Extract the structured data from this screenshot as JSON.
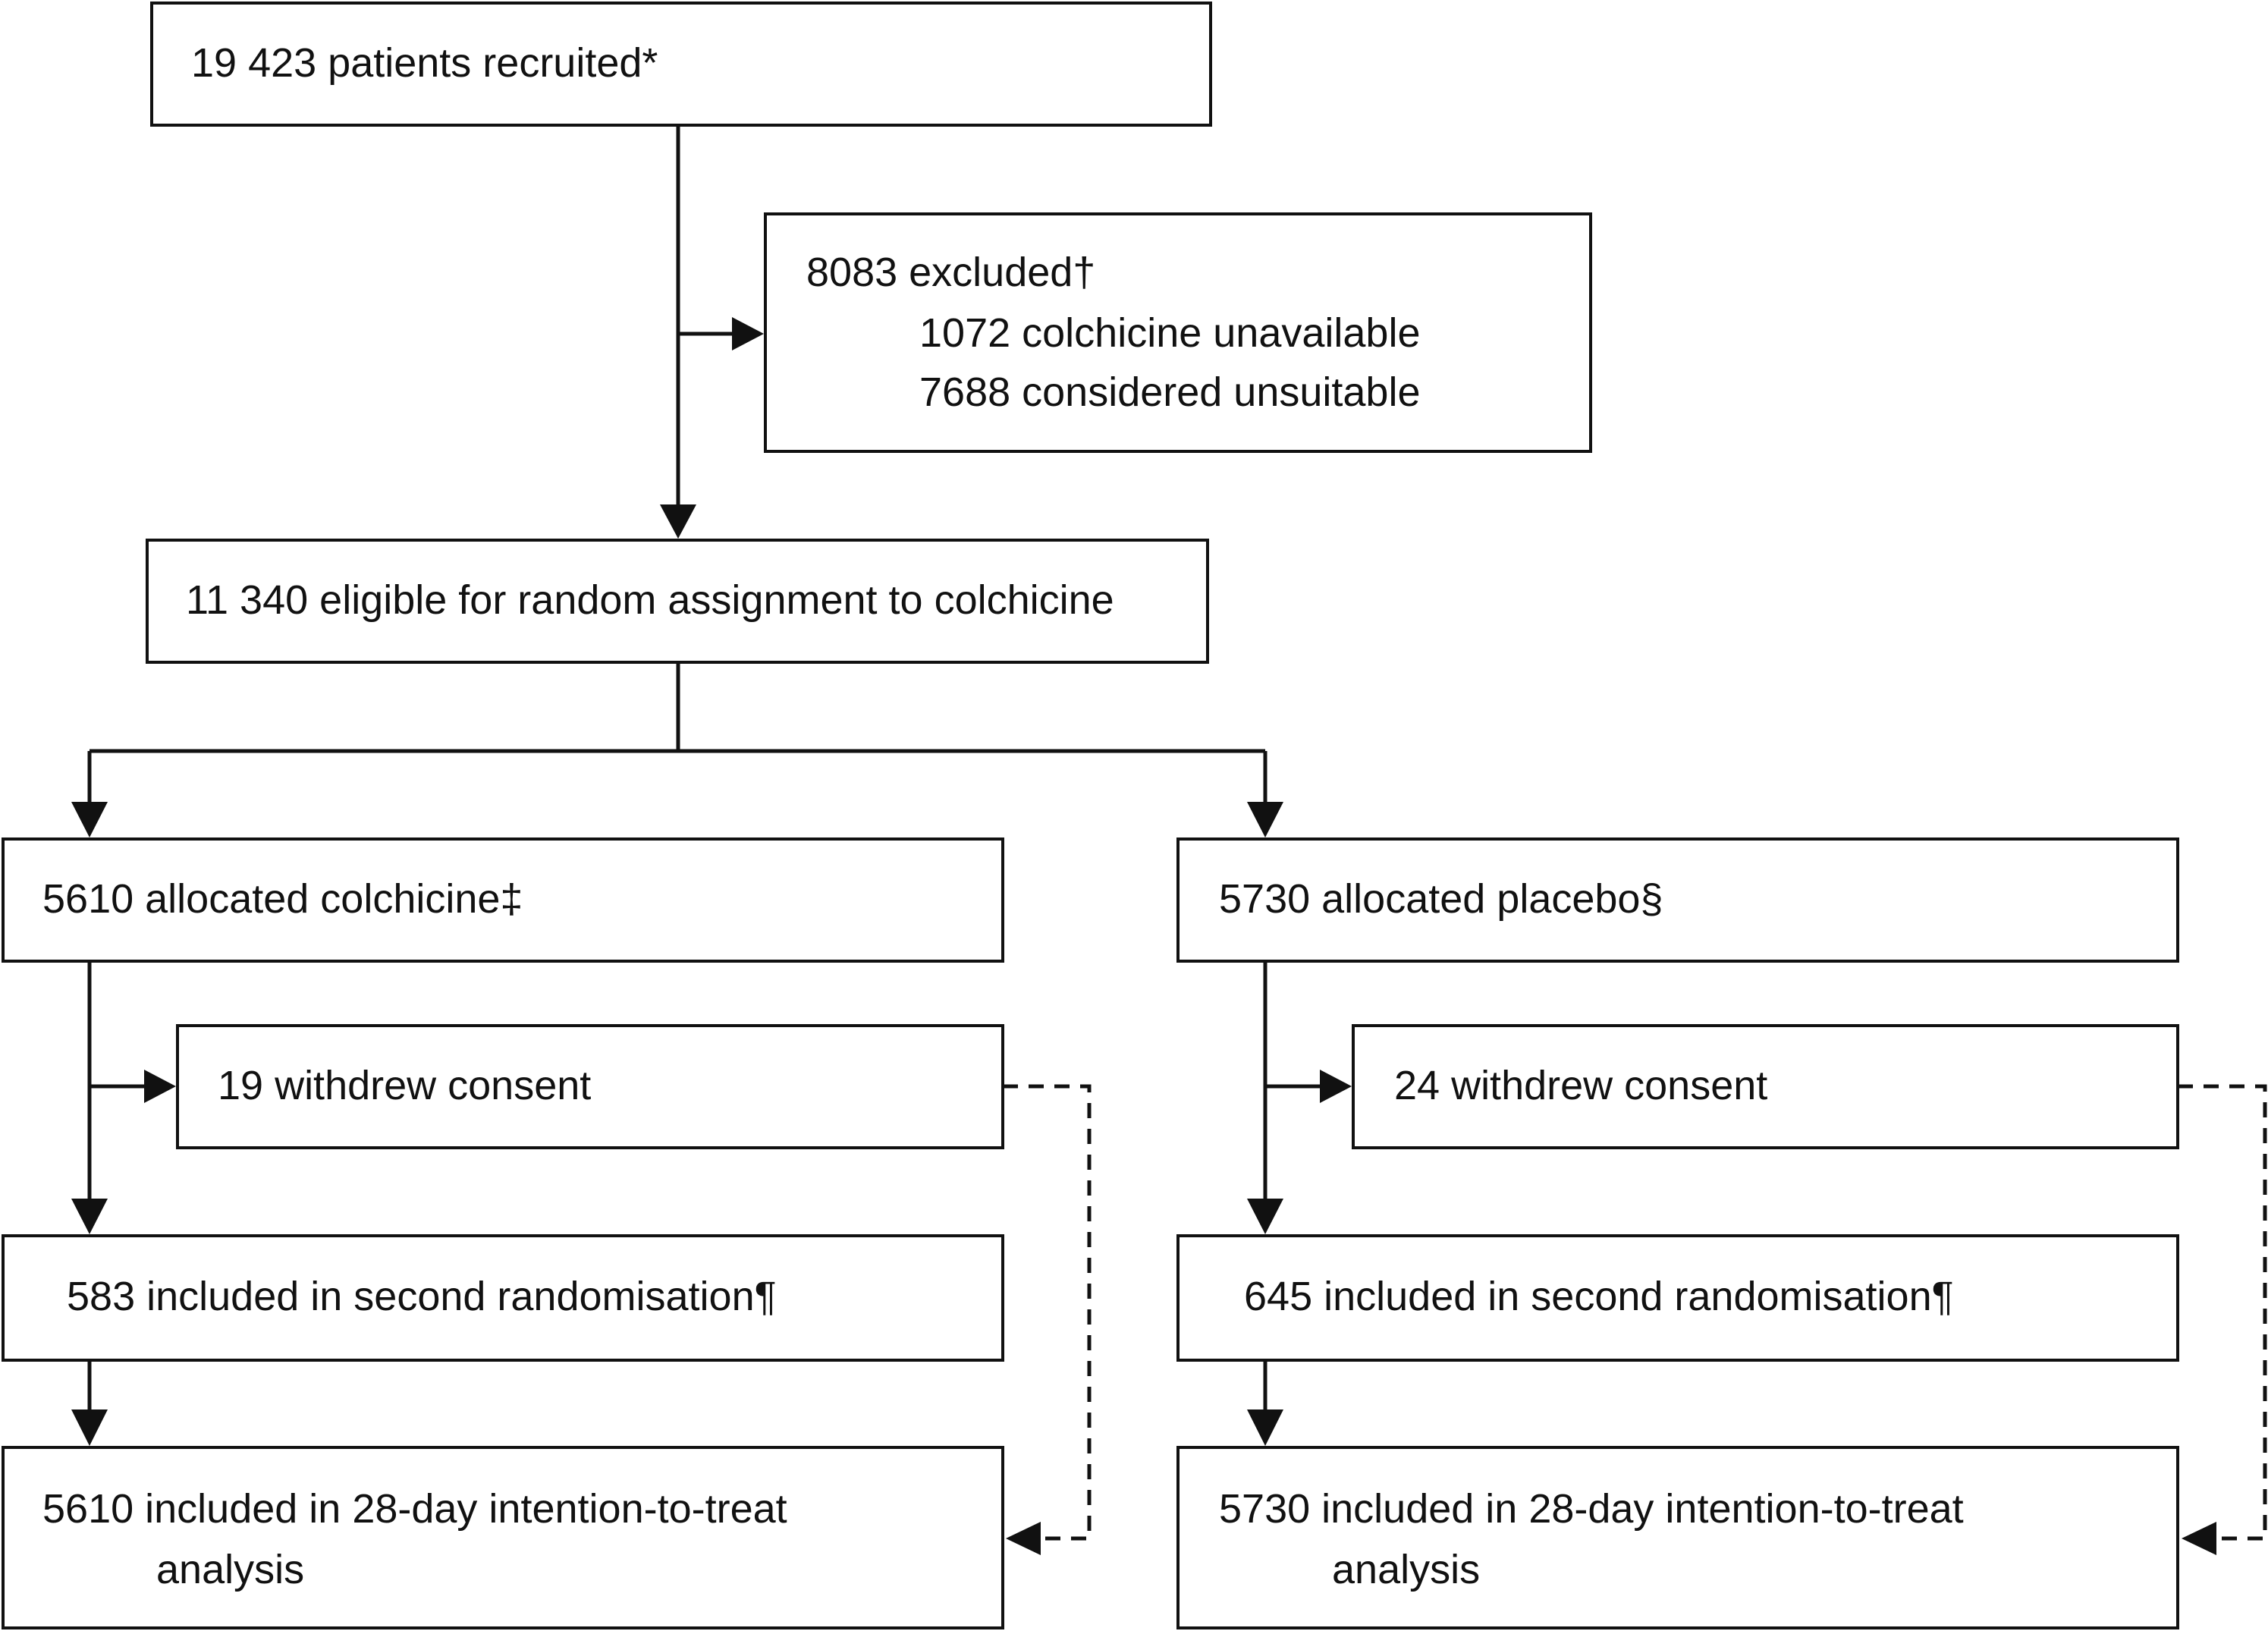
{
  "flowchart": {
    "recruited": "19 423 patients recruited*",
    "excluded": {
      "title": "8083 excluded†",
      "items": [
        "1072 colchicine unavailable",
        "7688 considered unsuitable"
      ]
    },
    "eligible": "11 340 eligible for random assignment to colchicine",
    "colchicine_arm": {
      "allocated": "5610 allocated colchicine‡",
      "withdrew": "19 withdrew consent",
      "second_randomisation": "583 included in second randomisation¶",
      "analysis_line1": "5610 included in 28-day intention-to-treat",
      "analysis_line2": "analysis"
    },
    "placebo_arm": {
      "allocated": "5730 allocated placebo§",
      "withdrew": "24 withdrew consent",
      "second_randomisation": "645 included in second randomisation¶",
      "analysis_line1": "5730 included in 28-day intention-to-treat",
      "analysis_line2": "analysis"
    }
  }
}
